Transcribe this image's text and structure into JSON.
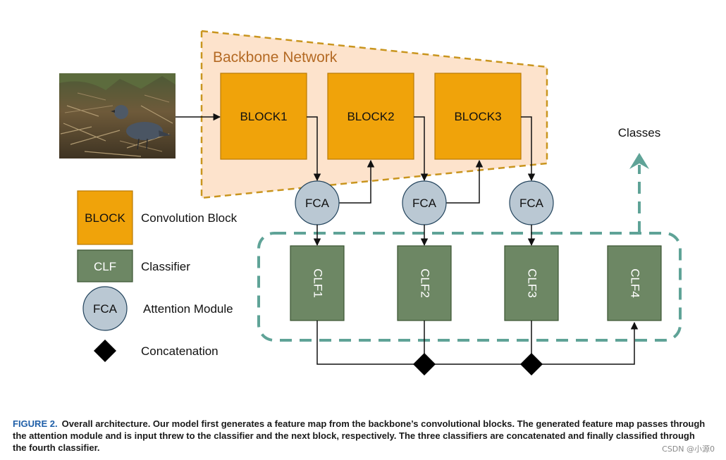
{
  "backbone": {
    "title": "Backbone Network"
  },
  "blocks": [
    "BLOCK1",
    "BLOCK2",
    "BLOCK3"
  ],
  "fca": [
    "FCA",
    "FCA",
    "FCA"
  ],
  "classifiers": [
    "CLF1",
    "CLF2",
    "CLF3",
    "CLF4"
  ],
  "output": {
    "label": "Classes"
  },
  "legend": {
    "block": {
      "symbol": "BLOCK",
      "text": "Convolution Block"
    },
    "clf": {
      "symbol": "CLF",
      "text": "Classifier"
    },
    "fca": {
      "symbol": "FCA",
      "text": "Attention Module"
    },
    "concat": {
      "text": "Concatenation"
    }
  },
  "caption": {
    "figure": "FIGURE 2.",
    "text": "Overall architecture. Our model first generates a feature map from the backbone’s convolutional blocks. The generated feature map passes through the attention module and is input threw to the classifier and the next block, respectively. The three classifiers are concatenated and finally classified through the fourth classifier."
  },
  "watermark": "CSDN @小源0",
  "colors": {
    "block_fill": "#f0a30a",
    "clf_fill": "#6d8764",
    "fca_fill": "#bac8d3",
    "backbone_fill": "#fde3cc",
    "backbone_stroke": "#c9951e",
    "teal": "#5fa397",
    "title_color": "#b46a24"
  },
  "input_image": {
    "icon": "bird-photo-icon"
  }
}
